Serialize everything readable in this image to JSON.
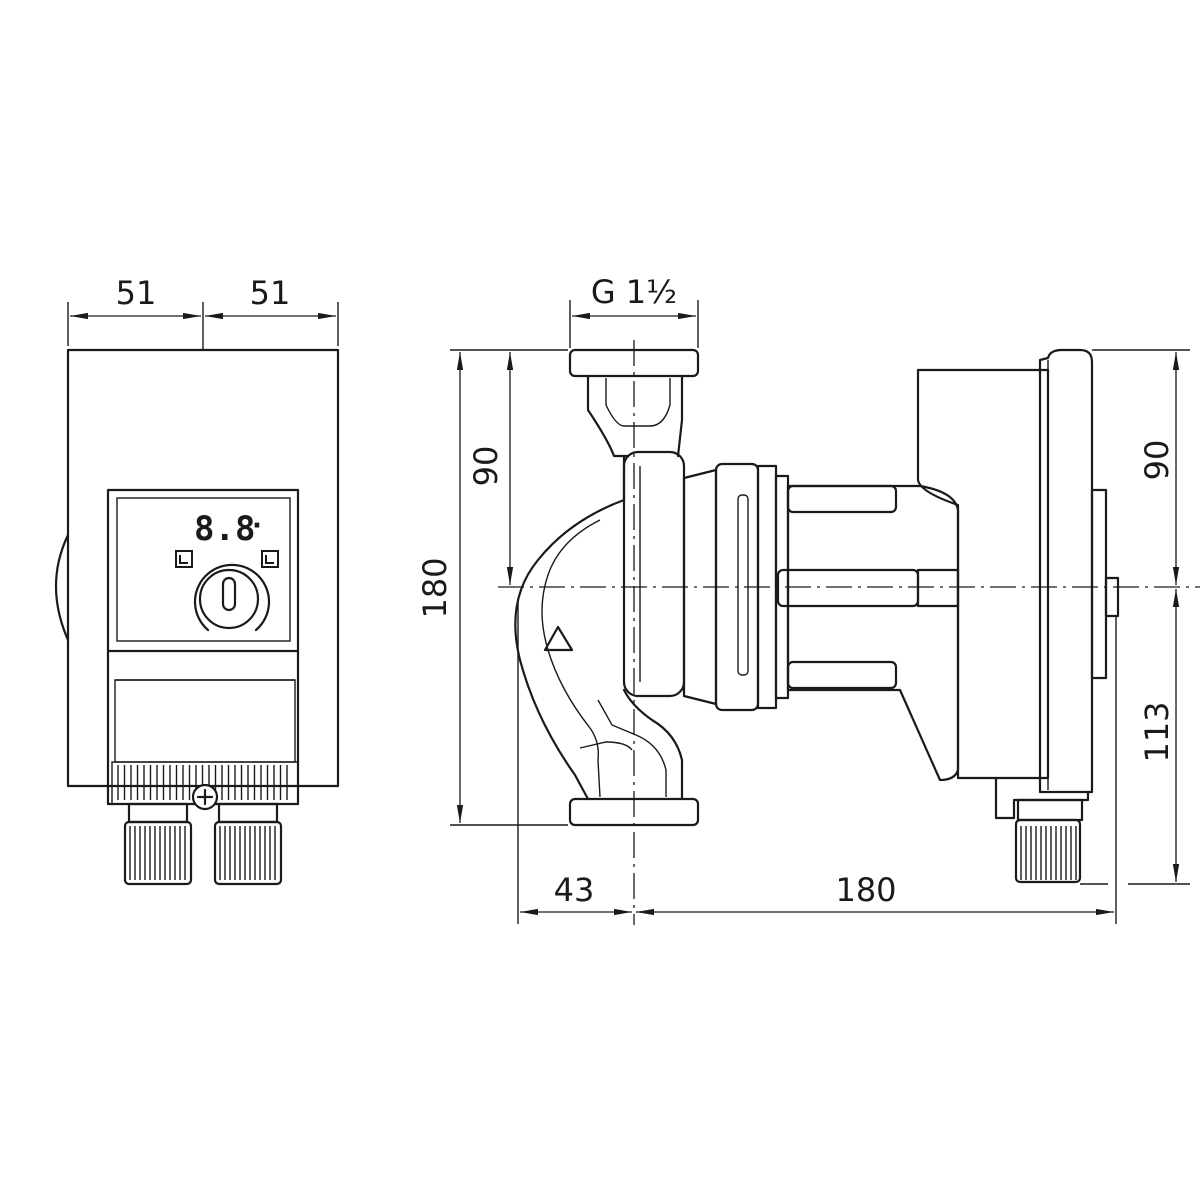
{
  "dimensions": {
    "front_left_width": "51",
    "front_right_width": "51",
    "thread": "G 1½",
    "total_height": "180",
    "upper_half_height": "90",
    "right_upper_height": "90",
    "right_lower_height": "113",
    "inlet_offset": "43",
    "overall_length": "180"
  },
  "display": {
    "digits": "8.8",
    "dot": "·"
  }
}
